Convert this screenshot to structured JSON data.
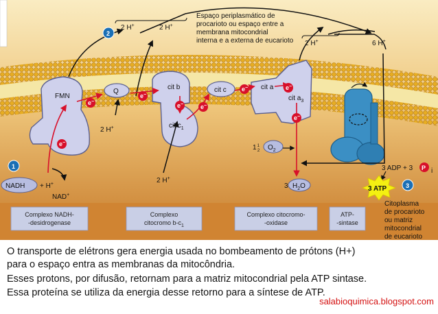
{
  "labels": {
    "periplasm": [
      "Espaço periplasmático de",
      "procarioto ou espaço entre a",
      "membrana mitocondrial",
      "interna e a externa de eucarioto"
    ],
    "cytoplasm": [
      "Citoplasma",
      "de procarioto",
      "ou matriz",
      "mitocondrial",
      "de eucarioto"
    ],
    "fmn": "FMN",
    "q": "Q",
    "cit_b": "cit b",
    "cit_c1": "cit c",
    "cit_c1_sub": "1",
    "cit_c": "cit c",
    "cit_a": "cit a",
    "cit_a3": "cit a",
    "cit_a3_sub": "3",
    "h2_1": "2 H",
    "h2_2": "2 H",
    "h2_3": "2 H",
    "h2_4": "2 H",
    "h2_5": "2 H",
    "h6": "6 H",
    "h_plus_sup": "+",
    "nadh": "NADH",
    "plus_h": "+ H",
    "nad_plus": "NAD",
    "o2_coef": "1",
    "o2_coef_num": "1",
    "o2_coef_den": "2",
    "o2": "O",
    "o2_sub": "2",
    "water_coef": "3",
    "water": "H",
    "water_sub": "2",
    "water_o": "O",
    "adp": "3 ADP + 3",
    "pi": "P",
    "pi_sub": "i",
    "atp": "3 ATP",
    "electron": "e",
    "electron_sup": "−",
    "step1": "1",
    "step2": "2",
    "step3": "3"
  },
  "complexes": [
    {
      "lines": [
        "Complexo NADH-",
        "-desidrogenase"
      ]
    },
    {
      "lines": [
        "Complexo",
        "citocromo b-c"
      ],
      "sub": "1"
    },
    {
      "lines": [
        "Complexo citocromo-",
        "-oxidase"
      ]
    },
    {
      "lines": [
        "ATP-",
        "-sintase"
      ]
    }
  ],
  "caption": [
    "O transporte de elétrons gera energia usada no bombeamento de prótons (H+)",
    "para o espaço entra as membranas da mitocôndria.",
    " Esses protons, por difusão, retornam para a matriz mitocondrial pela ATP sintase.",
    "Essa proteína se utiliza da energia desse retorno para a síntese de ATP."
  ],
  "blog": "salabioquimica.blogspot.com",
  "colors": {
    "membrane_head": "#e8b426",
    "membrane_tail": "#f3e39a",
    "background_top": "#f6e2a8",
    "background_bottom": "#c97f2a",
    "protein": "#cfd1ec",
    "protein_edge": "#5a5f8f",
    "atp_synthase": "#3b8fc4",
    "electron": "#d8102a",
    "step_badge": "#1a6fb5",
    "complex_box": "#c9cfe6",
    "atp_star": "#f4f012",
    "blog_text": "#d41010"
  }
}
